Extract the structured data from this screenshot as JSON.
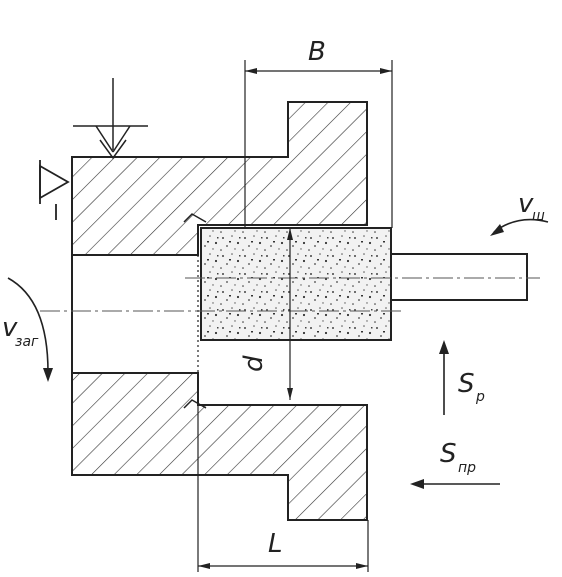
{
  "labels": {
    "width": "B",
    "length": "L",
    "diameter": "d",
    "v_wheel": "v",
    "v_wheel_sub": "ш",
    "v_blank": "v",
    "v_blank_sub": "заг",
    "s_radial": "S",
    "s_radial_sub": "р",
    "s_long": "S",
    "s_long_sub": "пр"
  }
}
